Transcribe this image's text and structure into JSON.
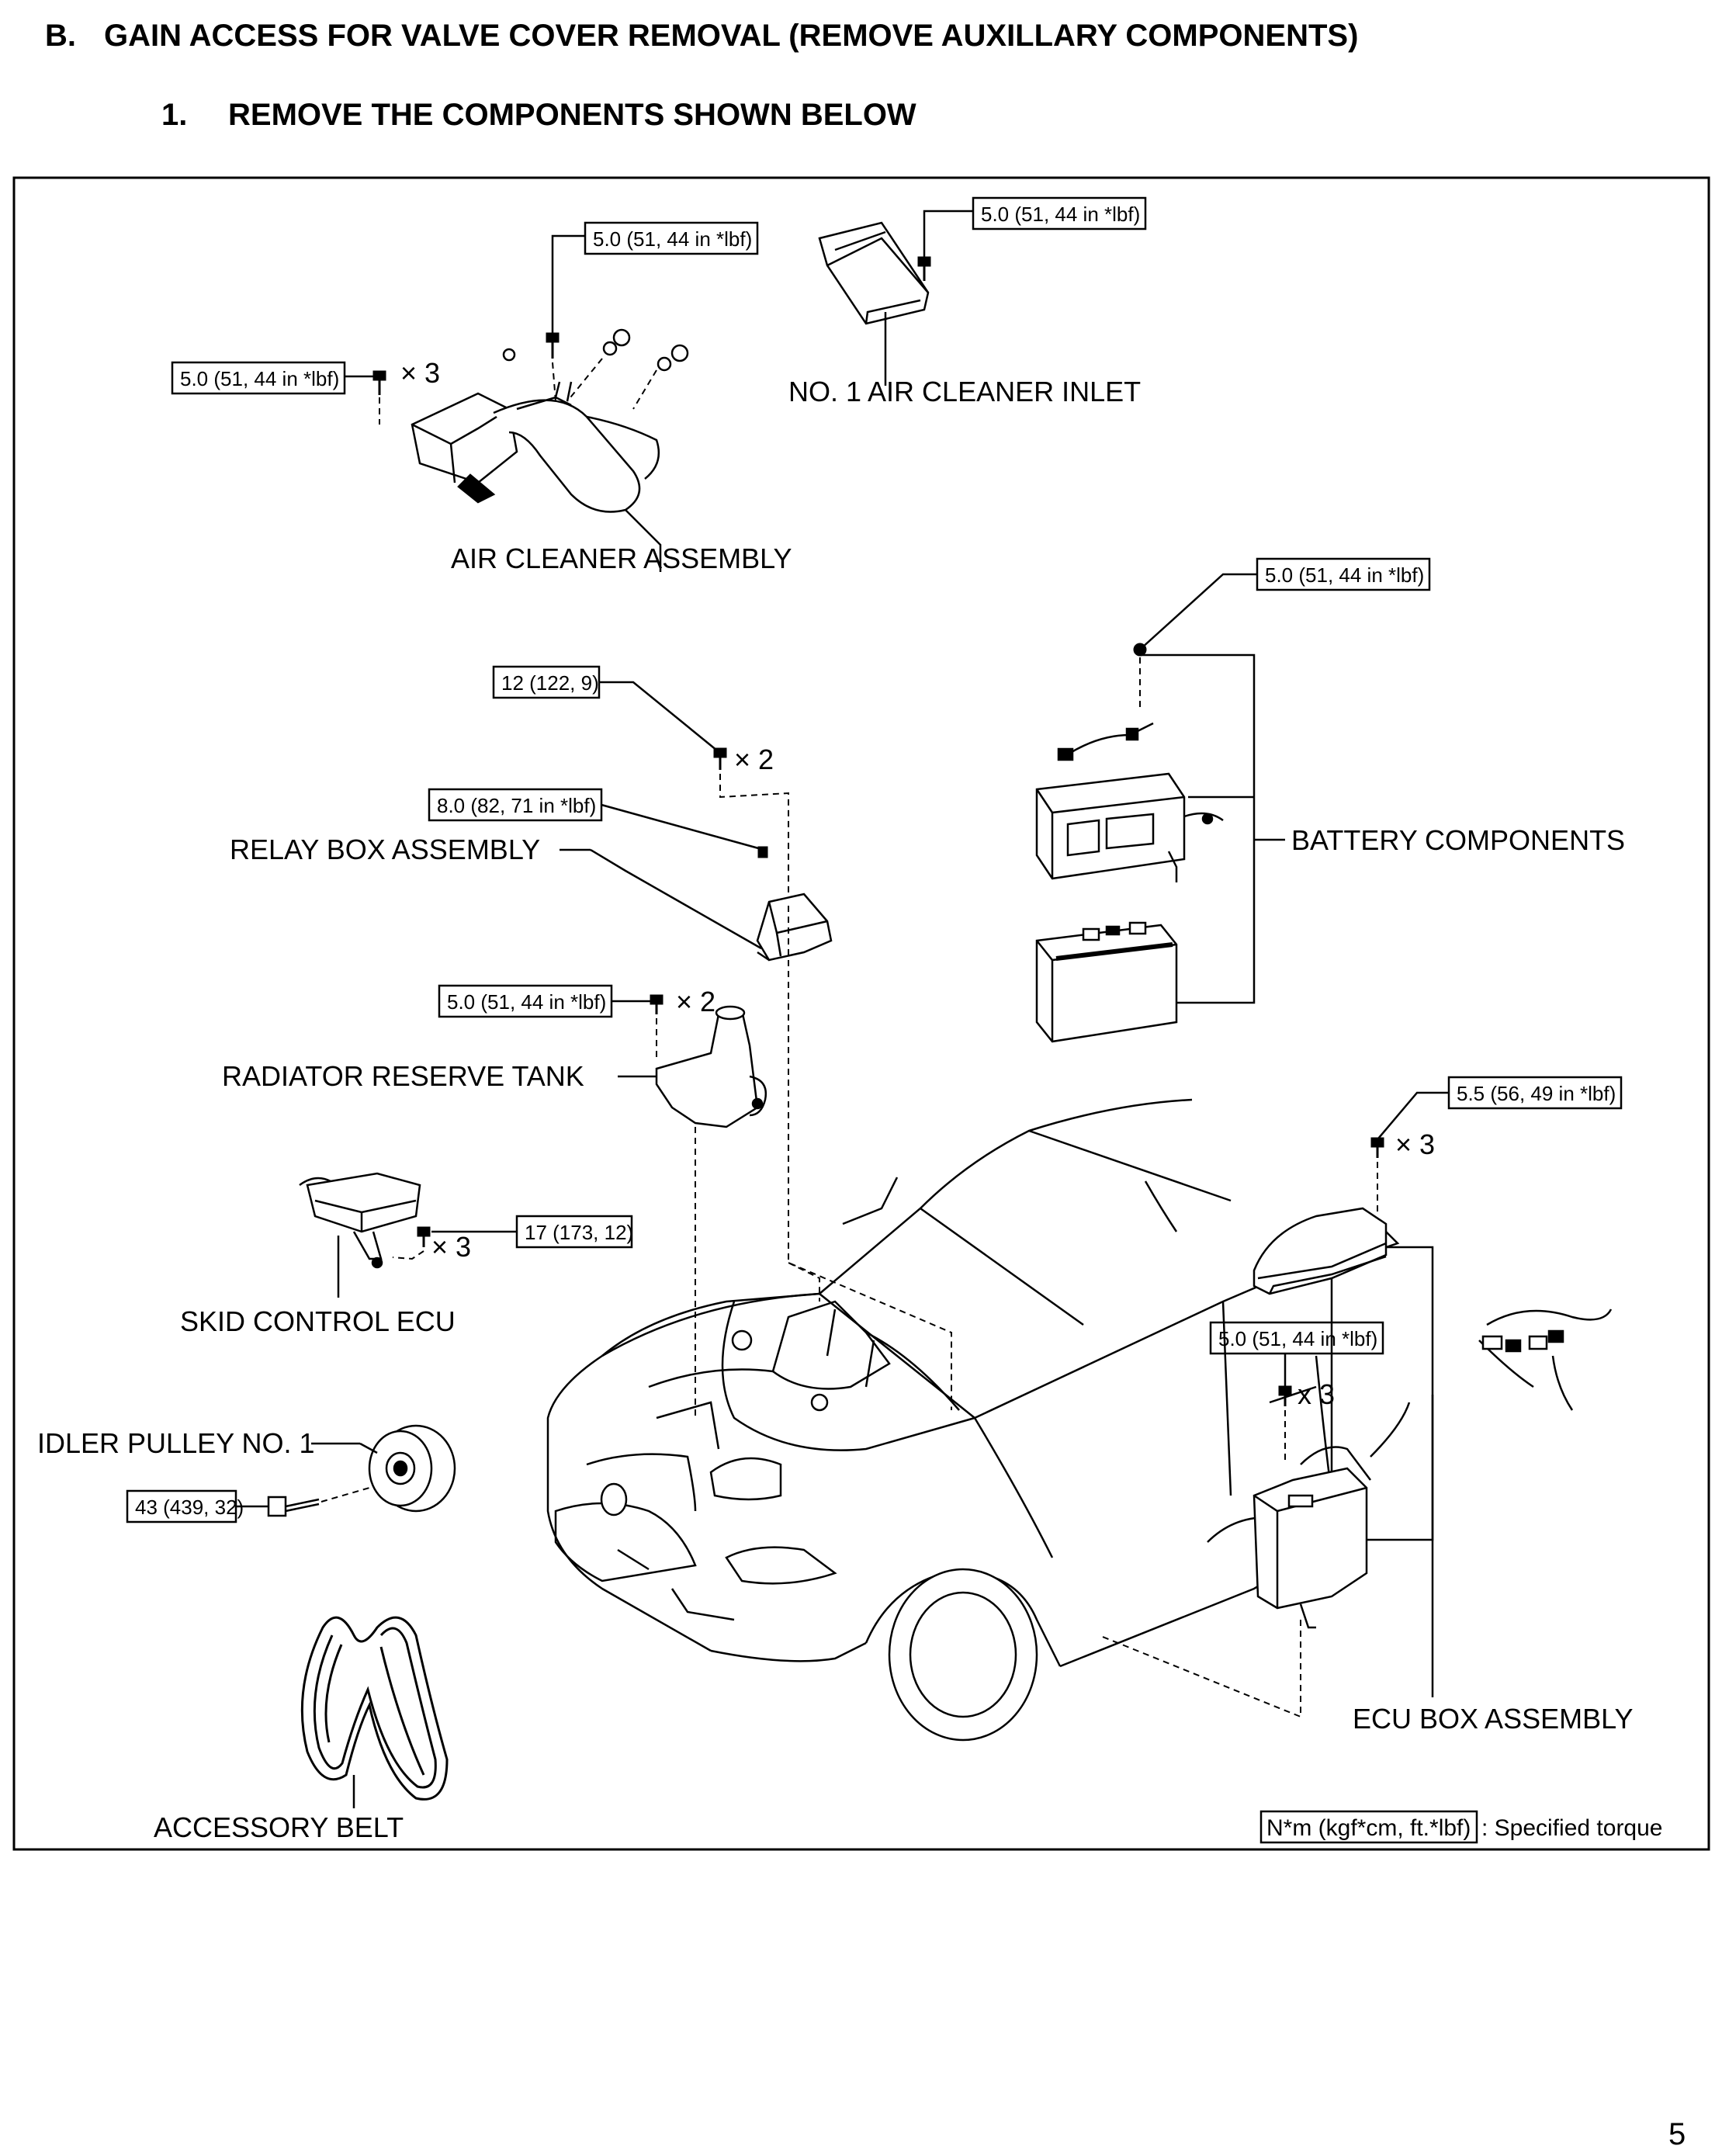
{
  "section": {
    "number": "B.",
    "title": "GAIN ACCESS FOR VALVE COVER REMOVAL (REMOVE AUXILLARY COMPONENTS)"
  },
  "step": {
    "number": "1.",
    "title": "REMOVE THE COMPONENTS SHOWN BELOW"
  },
  "labels": {
    "air_cleaner_inlet": "NO. 1 AIR CLEANER INLET",
    "air_cleaner_assembly": "AIR CLEANER ASSEMBLY",
    "battery_components": "BATTERY COMPONENTS",
    "relay_box_assembly": "RELAY BOX ASSEMBLY",
    "radiator_reserve_tank": "RADIATOR RESERVE TANK",
    "skid_control_ecu": "SKID CONTROL ECU",
    "idler_pulley": "IDLER PULLEY NO. 1",
    "ecu_box_assembly": "ECU BOX ASSEMBLY",
    "accessory_belt": "ACCESSORY BELT"
  },
  "torques": {
    "inlet_bolt": "5.0 (51, 44 in *lbf)",
    "air_cleaner_top": "5.0 (51, 44 in *lbf)",
    "air_cleaner_side": "5.0 (51, 44 in *lbf)",
    "battery": "5.0 (51, 44 in *lbf)",
    "relay_bolt": "12 (122, 9)",
    "relay_nut": "8.0 (82, 71 in *lbf)",
    "radiator_tank": "5.0 (51, 44 in *lbf)",
    "ecu_box_top": "5.5 (56, 49 in *lbf)",
    "skid_control": "17 (173, 12)",
    "ecu_box_bottom": "5.0 (51, 44 in *lbf)",
    "idler_pulley": "43 (439, 32)"
  },
  "counts": {
    "air_cleaner_side": "× 3",
    "relay_bolt": "× 2",
    "radiator_tank": "× 2",
    "ecu_box_top": "× 3",
    "skid_control": "× 3",
    "ecu_box_bottom": "x  3"
  },
  "legend": {
    "unit": "N*m (kgf*cm, ft.*lbf)",
    "text": ": Specified torque"
  },
  "page_number": "5"
}
